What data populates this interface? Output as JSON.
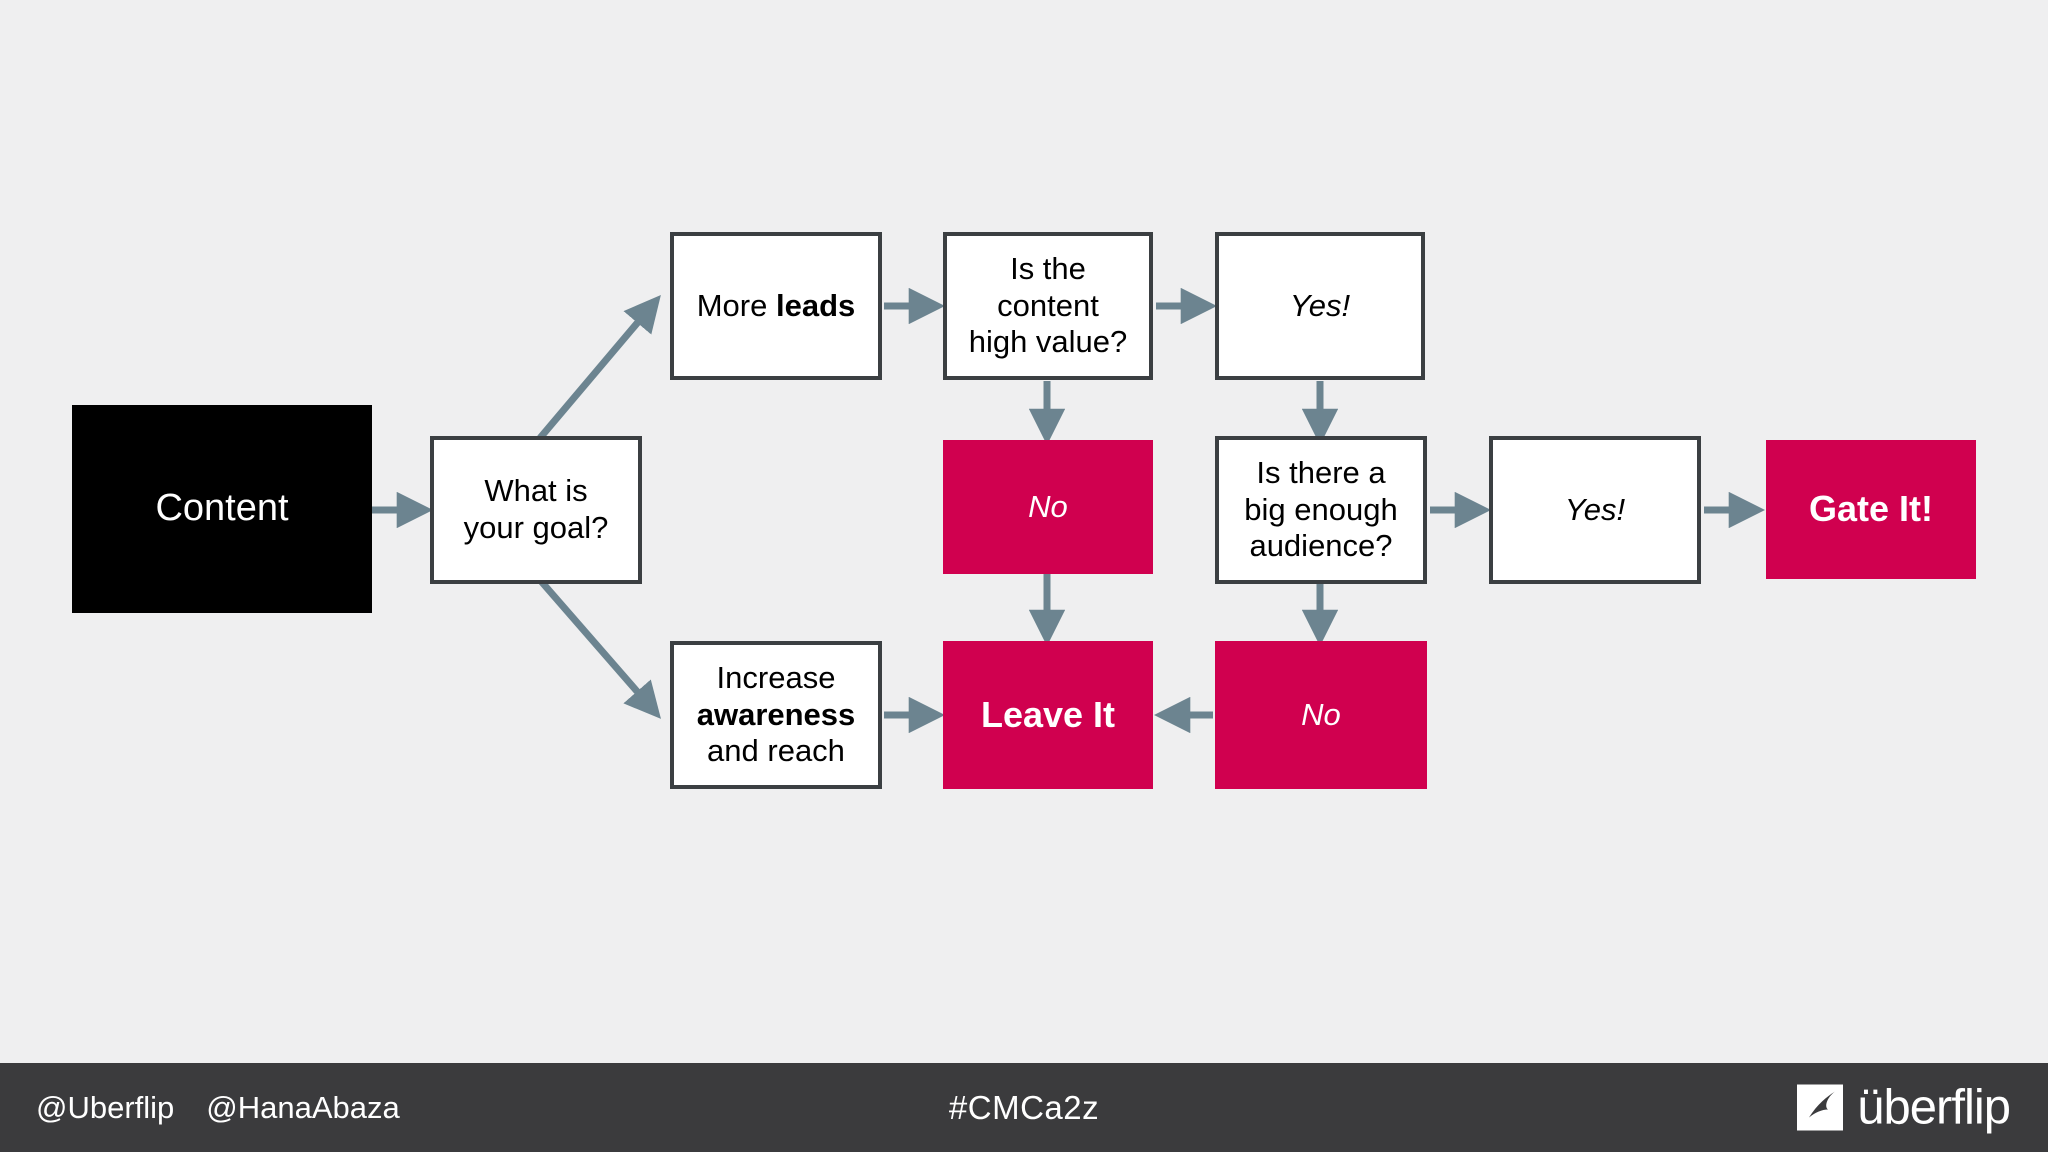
{
  "slide": {
    "background_color": "#efeff0",
    "accent_pink": "#d0004f",
    "arrow_color": "#6c8490",
    "border_color": "#3b3f42"
  },
  "flowchart": {
    "nodes": [
      {
        "id": "content",
        "label": "Content",
        "style": "black"
      },
      {
        "id": "goal",
        "label": "What is\nyour goal?",
        "style": "white"
      },
      {
        "id": "more-leads",
        "label_html": "More <b>leads</b>",
        "style": "white"
      },
      {
        "id": "increase-awareness",
        "label_html": "Increase<br><b>awareness</b><br>and reach",
        "style": "white"
      },
      {
        "id": "high-value",
        "label": "Is the\ncontent\nhigh value?",
        "style": "white"
      },
      {
        "id": "yes-high-value",
        "label": "Yes!",
        "style": "white-italic"
      },
      {
        "id": "no-high-value",
        "label": "No",
        "style": "pink-italic"
      },
      {
        "id": "big-audience",
        "label": "Is there a\nbig enough\naudience?",
        "style": "white"
      },
      {
        "id": "yes-audience",
        "label": "Yes!",
        "style": "white-italic"
      },
      {
        "id": "no-audience",
        "label": "No",
        "style": "pink-italic"
      },
      {
        "id": "leave-it",
        "label": "Leave It",
        "style": "pink-bold"
      },
      {
        "id": "gate-it",
        "label": "Gate It!",
        "style": "pink-bold"
      }
    ],
    "edges": [
      {
        "from": "content",
        "to": "goal"
      },
      {
        "from": "goal",
        "to": "more-leads"
      },
      {
        "from": "goal",
        "to": "increase-awareness"
      },
      {
        "from": "more-leads",
        "to": "high-value"
      },
      {
        "from": "high-value",
        "to": "yes-high-value"
      },
      {
        "from": "high-value",
        "to": "no-high-value"
      },
      {
        "from": "yes-high-value",
        "to": "big-audience"
      },
      {
        "from": "no-high-value",
        "to": "leave-it"
      },
      {
        "from": "big-audience",
        "to": "yes-audience"
      },
      {
        "from": "big-audience",
        "to": "no-audience"
      },
      {
        "from": "yes-audience",
        "to": "gate-it"
      },
      {
        "from": "no-audience",
        "to": "leave-it"
      },
      {
        "from": "increase-awareness",
        "to": "leave-it"
      }
    ]
  },
  "footer": {
    "handle_primary": "@Uberflip",
    "handle_secondary": "@HanaAbaza",
    "hashtag": "#CMCa2z",
    "brand_name": "überflip",
    "brand_icon": "uberflip-mark-icon",
    "background_color": "#3b3b3d"
  }
}
